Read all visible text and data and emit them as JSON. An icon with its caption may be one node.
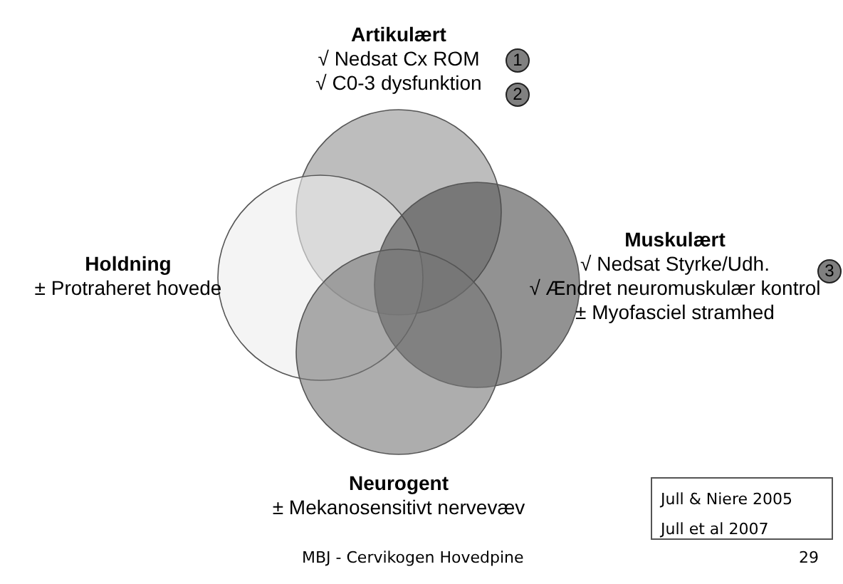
{
  "diagram": {
    "nodes": [
      {
        "text": [
          "Artikulært",
          "√ Nedsat Cx ROM",
          "√ C0-3 dysfunktion"
        ]
      },
      {
        "text": [
          "Holdning",
          "± Protraheret hovede"
        ]
      },
      {
        "text": [
          "Muskulært",
          "√ Nedsat Styrke/Udh.",
          "√ Ændret neuromuskulær kontrol",
          "± Myofasciel stramhed"
        ]
      },
      {
        "text": [
          "Neurogent",
          "± Mekanosensitivt nervevæv"
        ]
      },
      {
        "text": [
          "Jull & Niere 2005",
          "Jull et al 2007"
        ]
      }
    ],
    "edges": [],
    "labels": [
      "1",
      "2",
      "3",
      "MBJ - Cervikogen Hovedpine",
      "29"
    ]
  }
}
